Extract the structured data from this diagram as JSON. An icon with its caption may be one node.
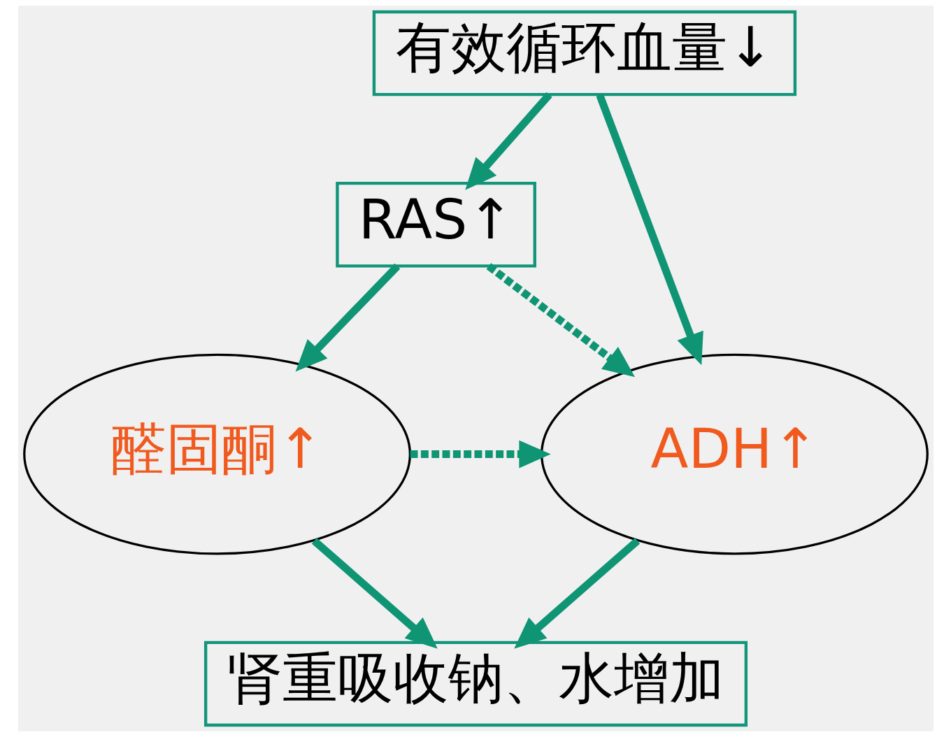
{
  "diagram": {
    "nodes": [
      {
        "text": [
          "有效循环血量↓"
        ]
      },
      {
        "text": [
          "RAS↑"
        ]
      },
      {
        "text": [
          "醛固酮↑"
        ]
      },
      {
        "text": [
          "ADH↑"
        ]
      },
      {
        "text": [
          "肾重吸收钠、水增加"
        ]
      }
    ],
    "edges": [
      {
        "from": 0,
        "to": 1,
        "arrow": "to"
      },
      {
        "from": 0,
        "to": 3,
        "arrow": "to"
      },
      {
        "from": 1,
        "to": 2,
        "arrow": "to"
      },
      {
        "from": 1,
        "to": 3,
        "arrow": "to",
        "style": "dashed"
      },
      {
        "from": 2,
        "to": 3,
        "arrow": "to",
        "style": "dashed"
      },
      {
        "from": 2,
        "to": 4,
        "arrow": "to"
      },
      {
        "from": 3,
        "to": 4,
        "arrow": "to"
      }
    ]
  }
}
